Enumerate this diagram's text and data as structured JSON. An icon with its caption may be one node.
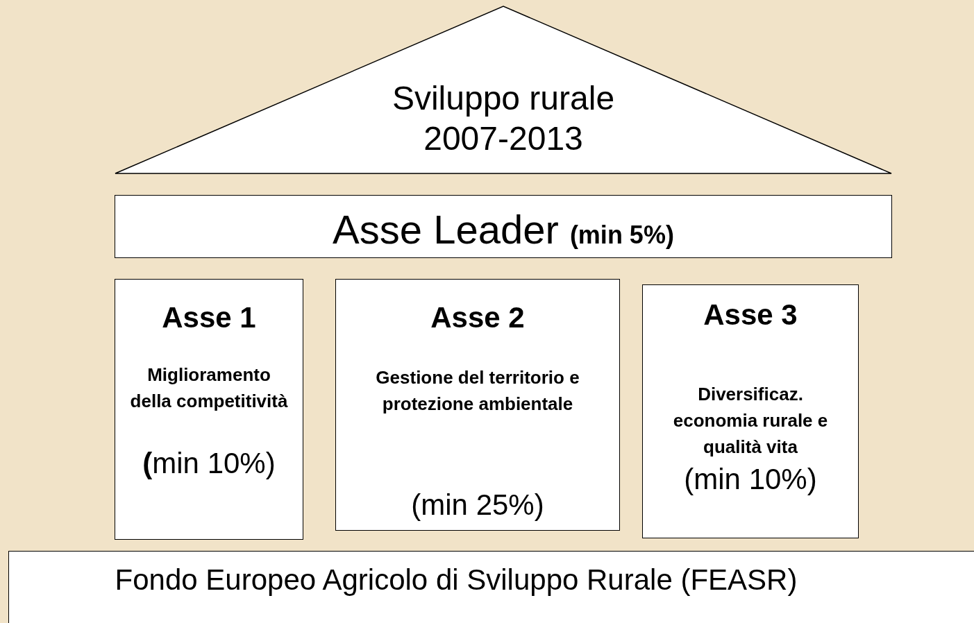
{
  "diagram": {
    "nodes": [
      {
        "text": [
          "Sviluppo rurale 2007-2013"
        ]
      },
      {
        "text": [
          "Asse Leader **(min 5%)**"
        ]
      },
      {
        "text": [
          "Asse 1",
          "Miglioramento della competitività",
          "**(**min 10%)"
        ]
      },
      {
        "text": [
          "Asse 2",
          "Gestione del territorio e protezione ambientale",
          "(min 25%)"
        ]
      },
      {
        "text": [
          "Asse 3",
          "Diversificaz. economia rurale e qualità vita",
          "(min 10%)"
        ]
      },
      {
        "text": [
          "Fondo Europeo Agricolo di Sviluppo Rurale (FEASR)"
        ]
      }
    ],
    "edges": []
  }
}
